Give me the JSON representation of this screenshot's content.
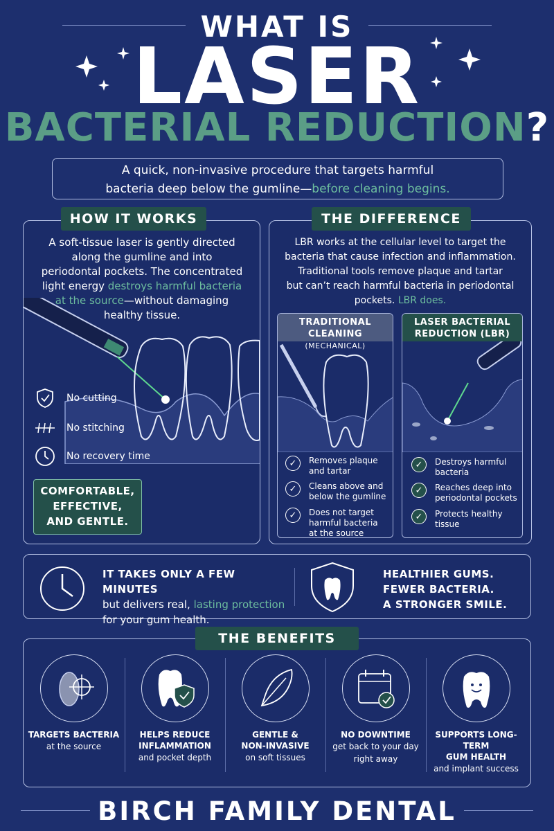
{
  "header": {
    "line1": "WHAT IS",
    "line2": "LASER",
    "line3": "BACTERIAL REDUCTION",
    "qmark": "?"
  },
  "intro": {
    "text1": "A quick, non-invasive procedure that targets harmful",
    "text2": "bacteria deep below the gumline—",
    "highlight": "before cleaning begins."
  },
  "how": {
    "tag": "HOW IT WORKS",
    "l1": "A soft-tissue laser is gently directed",
    "l2": "along the gumline and into",
    "l3": "periodontal pockets. The concentrated",
    "l4": "light energy ",
    "hl1": "destroys harmful bacteria",
    "hl2": "at the source",
    "l5": "—without damaging",
    "l6": "healthy tissue.",
    "features": [
      {
        "icon": "shield-check-icon",
        "label": "No cutting"
      },
      {
        "icon": "stitches-icon",
        "label": "No stitching"
      },
      {
        "icon": "clock-icon",
        "label": "No recovery time"
      }
    ],
    "cta": [
      "COMFORTABLE,",
      "EFFECTIVE,",
      "AND GENTLE."
    ]
  },
  "diff": {
    "tag": "THE DIFFERENCE",
    "l1": "LBR works at the cellular level to target the",
    "l2": "bacteria that cause infection and inflammation.",
    "l3": "Traditional tools remove plaque and tartar",
    "l4": "but can’t reach harmful bacteria in periodontal",
    "l5": "pockets. ",
    "hl": "LBR does.",
    "trad": {
      "t1": "TRADITIONAL CLEANING",
      "t2": "(MECHANICAL)",
      "items": [
        [
          "Removes plaque",
          "and tartar"
        ],
        [
          "Cleans above and",
          "below the gumline"
        ],
        [
          "Does not target",
          "harmful bacteria",
          "at the source"
        ]
      ]
    },
    "lbr": {
      "t1": "LASER BACTERIAL",
      "t2": "REDUCTION (LBR)",
      "items": [
        [
          "Destroys harmful",
          "bacteria"
        ],
        [
          "Reaches deep into",
          "periodontal pockets"
        ],
        [
          "Protects healthy",
          "tissue"
        ]
      ]
    }
  },
  "time": {
    "t1": "IT TAKES ONLY A FEW MINUTES",
    "t2": "but delivers real, ",
    "hl": "lasting protection",
    "t3": "for your gum health.",
    "r1": "HEALTHIER GUMS.",
    "r2": "FEWER BACTERIA.",
    "r3": "A STRONGER SMILE."
  },
  "benefits": {
    "tag": "THE BENEFITS",
    "items": [
      {
        "icon": "bacteria-target-icon",
        "t": [
          "TARGETS BACTERIA"
        ],
        "s": [
          "at the source"
        ]
      },
      {
        "icon": "tooth-shield-icon",
        "t": [
          "HELPS REDUCE",
          "INFLAMMATION"
        ],
        "s": [
          "and pocket depth"
        ]
      },
      {
        "icon": "feather-icon",
        "t": [
          "GENTLE &",
          "NON-INVASIVE"
        ],
        "s": [
          "on soft tissues"
        ]
      },
      {
        "icon": "calendar-check-icon",
        "t": [
          "NO DOWNTIME"
        ],
        "s": [
          "get back to your day",
          "right away"
        ]
      },
      {
        "icon": "smiling-tooth-icon",
        "t": [
          "SUPPORTS LONG-TERM",
          "GUM HEALTH"
        ],
        "s": [
          "and implant success"
        ]
      }
    ]
  },
  "footer": "BIRCH FAMILY DENTAL",
  "colors": {
    "background": "#1d2f6e",
    "accent": "#5b9e86",
    "tag": "#24504a",
    "laser": "#5fd98f"
  }
}
